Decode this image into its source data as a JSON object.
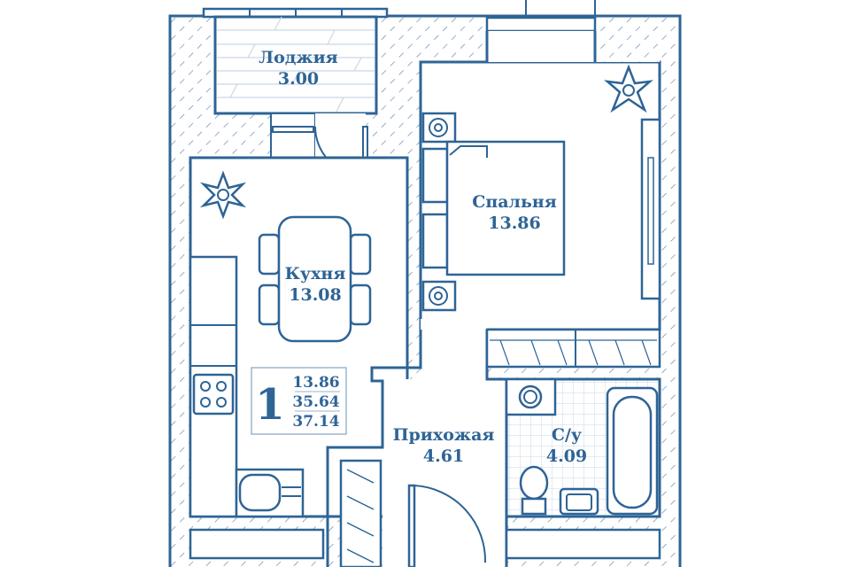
{
  "rooms": {
    "loggia": {
      "name": "Лоджия",
      "area": "3.00"
    },
    "kitchen": {
      "name": "Кухня",
      "area": "13.08"
    },
    "bedroom": {
      "name": "Спальня",
      "area": "13.86"
    },
    "hallway": {
      "name": "Прихожая",
      "area": "4.61"
    },
    "bathroom": {
      "name": "С/у",
      "area": "4.09"
    }
  },
  "summary": {
    "rooms_count": "1",
    "living_area": "13.86",
    "total_area": "35.64",
    "area_with_loggia": "37.14"
  },
  "colors": {
    "line": "#2e6496",
    "hatch": "#5a84ad",
    "grid": "#c9d7e6"
  }
}
